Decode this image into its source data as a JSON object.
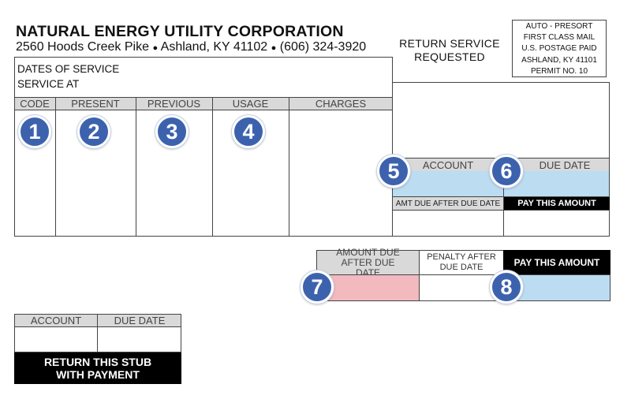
{
  "header": {
    "company": "NATURAL ENERGY UTILITY CORPORATION",
    "address_street": "2560 Hoods Creek Pike",
    "address_city": "Ashland, KY 41102",
    "phone": "(606) 324-3920",
    "return_line1": "RETURN SERVICE",
    "return_line2": "REQUESTED"
  },
  "postage": {
    "line1": "AUTO - PRESORT",
    "line2": "FIRST CLASS MAIL",
    "line3": "U.S. POSTAGE PAID",
    "line4": "ASHLAND, KY 41101",
    "line5": "PERMIT NO. 10"
  },
  "service": {
    "dates_label": "DATES OF SERVICE",
    "service_at_label": "SERVICE AT"
  },
  "table": {
    "columns": [
      "CODE",
      "PRESENT",
      "PREVIOUS",
      "USAGE",
      "CHARGES"
    ]
  },
  "account_box": {
    "account_label": "ACCOUNT",
    "due_date_label": "DUE DATE",
    "amt_due_after_label": "AMT DUE AFTER DUE DATE",
    "pay_this_amount": "PAY THIS AMOUNT"
  },
  "payment_row": {
    "amount_due_after": "AMOUNT DUE AFTER DUE DATE",
    "penalty_after": "PENALTY AFTER DUE DATE",
    "pay_this_amount": "PAY THIS AMOUNT"
  },
  "stub": {
    "account_label": "ACCOUNT",
    "due_date_label": "DUE DATE",
    "return_line1": "RETURN THIS STUB",
    "return_line2": "WITH PAYMENT"
  },
  "markers": [
    "1",
    "2",
    "3",
    "4",
    "5",
    "6",
    "7",
    "8"
  ],
  "colors": {
    "marker": "#3d62ad",
    "blue_field": "#bcdcf2",
    "pink_field": "#f2b9bf",
    "header_gray": "#d9d9d9"
  }
}
